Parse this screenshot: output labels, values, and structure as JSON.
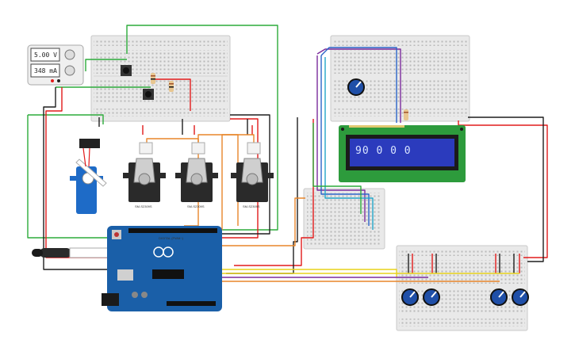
{
  "canvas": {
    "background": "#ffffff"
  },
  "power_supply": {
    "voltage": "5.00 V",
    "current": "348 mA"
  },
  "lcd": {
    "text": "90 0 0 0",
    "screen_color": "#2b3bbd",
    "board_color": "#2d9b3c"
  },
  "servos": [
    {
      "label": "SM-S2309S"
    },
    {
      "label": "SM-S2309S"
    },
    {
      "label": "SM-S2309S"
    }
  ],
  "arduino": {
    "board_color": "#1a5fa8",
    "label": "DIGITAL (PWM~)"
  },
  "wire_colors": {
    "red": "#e21b1b",
    "black": "#1f1f1f",
    "green": "#2cab3a",
    "orange": "#e8862a",
    "yellow": "#e8d21a",
    "purple": "#7b2c9c",
    "blue": "#2a63c7",
    "cyan": "#22a6c9"
  }
}
